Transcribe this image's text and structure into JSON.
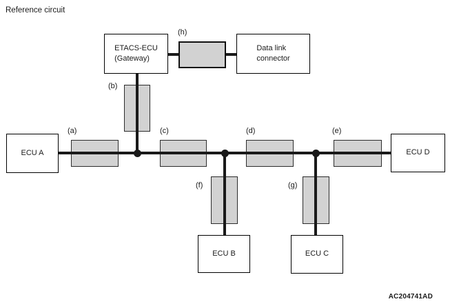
{
  "title": "Reference circuit",
  "figure_id": "AC204741AD",
  "nodes": {
    "etacs": {
      "line1": "ETACS-ECU",
      "line2": "(Gateway)"
    },
    "datalink": {
      "line1": "Data link",
      "line2": "connector"
    },
    "ecu_a": {
      "label": "ECU A"
    },
    "ecu_b": {
      "label": "ECU B"
    },
    "ecu_c": {
      "label": "ECU C"
    },
    "ecu_d": {
      "label": "ECU D"
    }
  },
  "connector_labels": {
    "a": "(a)",
    "b": "(b)",
    "c": "(c)",
    "d": "(d)",
    "e": "(e)",
    "f": "(f)",
    "g": "(g)",
    "h": "(h)"
  },
  "colors": {
    "background": "#ffffff",
    "line": "#1a1a1a",
    "connector_fill": "#d2d2d2",
    "connector_border": "#2b2b2b",
    "box_border": "#000000",
    "text": "#1a1a1a"
  }
}
